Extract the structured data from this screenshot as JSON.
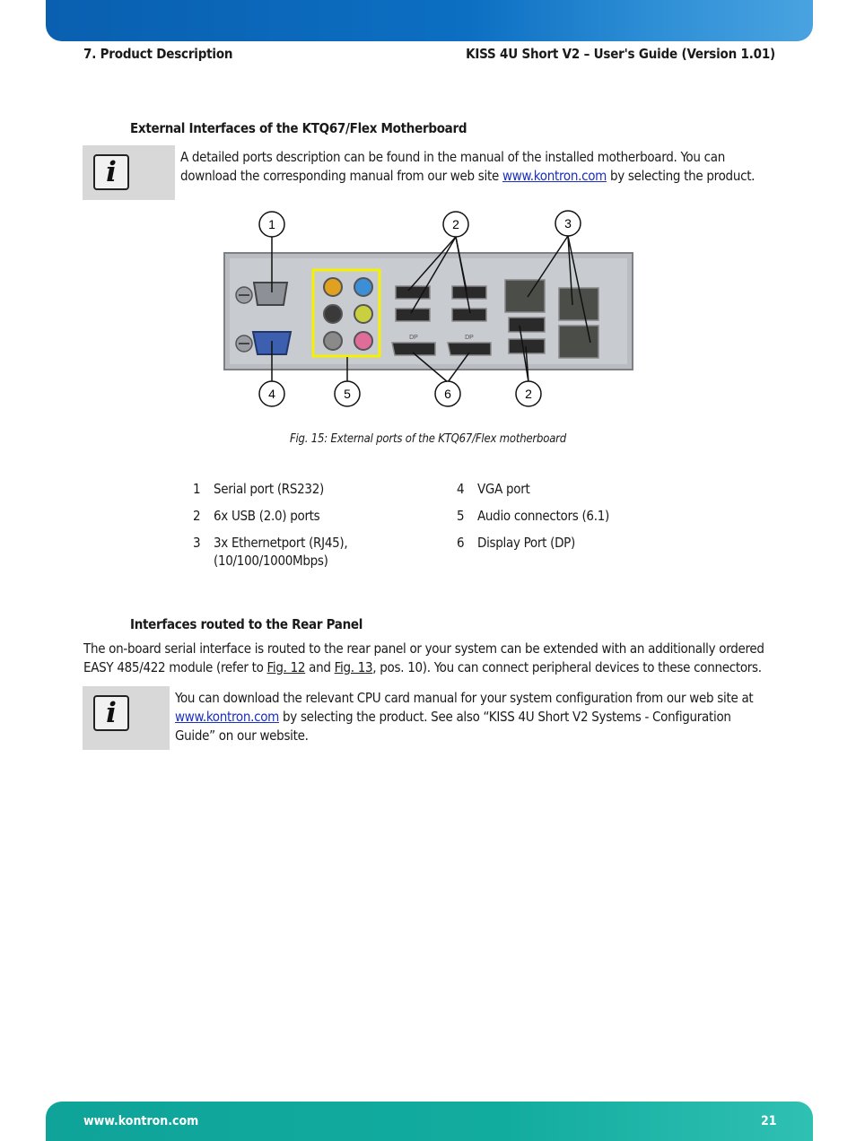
{
  "header": {
    "chapter": "7. Product Description",
    "doc_title": "KISS 4U Short V2 – User's Guide (Version 1.01)"
  },
  "section1": {
    "heading": "External Interfaces of the KTQ67/Flex Motherboard",
    "note_part1": "A detailed ports description can be found in the manual of the installed motherboard. You can download the corresponding manual from our web site ",
    "note_link": "www.kontron.com",
    "note_part2": " by selecting the product.",
    "note_icon": "info-icon"
  },
  "figure": {
    "callouts": [
      "1",
      "2",
      "3",
      "4",
      "5",
      "6",
      "2"
    ],
    "port_labels": {
      "dp1": "DP",
      "dp2": "DP"
    },
    "highlight_color": "#f5f000",
    "caption": "Fig. 15: External ports of the KTQ67/Flex motherboard"
  },
  "legend": [
    {
      "num": "1",
      "text": "Serial port (RS232)"
    },
    {
      "num": "4",
      "text": "VGA port"
    },
    {
      "num": "2",
      "text": "6x USB (2.0) ports"
    },
    {
      "num": "5",
      "text": "Audio connectors (6.1)"
    },
    {
      "num": "3",
      "text": "3x Ethernetport (RJ45),",
      "text2": "(10/100/1000Mbps)"
    },
    {
      "num": "6",
      "text": "Display Port (DP)"
    }
  ],
  "section2": {
    "heading": "Interfaces routed to the Rear Panel",
    "body_part1": "The on-board serial interface is routed to the rear panel or your system can be extended with an additionally ordered EASY 485/422 module (refer to ",
    "body_fig12": "Fig. 12",
    "body_and": " and ",
    "body_fig13": "Fig. 13",
    "body_part2": ", pos. 10). You can connect peripheral devices to these connectors.",
    "note_part1": "You can download the relevant CPU card manual for your system configuration from our web site at ",
    "note_link": "www.kontron.com",
    "note_part2": " by selecting the product. See also “KISS 4U Short V2 Systems - Configuration Guide” on our website.",
    "note_icon": "info-icon"
  },
  "footer": {
    "website": "www.kontron.com",
    "page_number": "21"
  },
  "colors": {
    "top_banner": "#0c6fc2",
    "bottom_banner": "#12ac9f",
    "link": "#1a2fbf"
  }
}
